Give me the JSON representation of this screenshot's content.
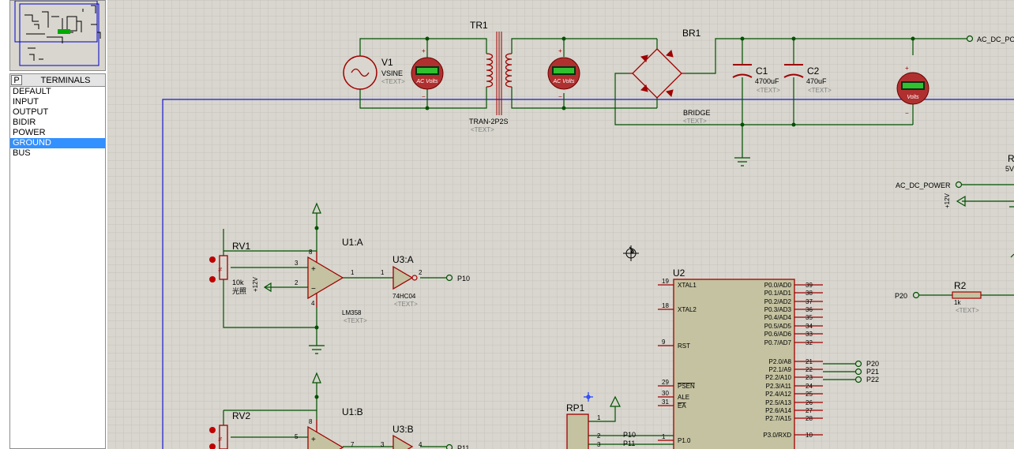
{
  "panel": {
    "p_button": "P",
    "title": "TERMINALS",
    "items": [
      "DEFAULT",
      "INPUT",
      "OUTPUT",
      "BIDIR",
      "POWER",
      "GROUND",
      "BUS"
    ],
    "selected_index": 5
  },
  "schematic": {
    "tr1": {
      "ref": "TR1",
      "part": "TRAN-2P2S",
      "text": "<TEXT>"
    },
    "v1": {
      "ref": "V1",
      "part": "VSINE",
      "text": "<TEXT>"
    },
    "meter_ac_label": "AC Volts",
    "meter_dc_label": "Volts",
    "br1": {
      "ref": "BR1",
      "part": "BRIDGE",
      "text": "<TEXT>"
    },
    "c1": {
      "ref": "C1",
      "value": "4700uF",
      "text": "<TEXT>"
    },
    "c2": {
      "ref": "C2",
      "value": "470uF",
      "text": "<TEXT>"
    },
    "ac_dc_top": "AC_DC_PO",
    "ac_dc_right": "AC_DC_POWER",
    "plus12v": "+12V",
    "r_cut": "R",
    "fivev_cut": "5V",
    "rv1": {
      "ref": "RV1",
      "value": "10k",
      "text": "光照",
      "pct": "%"
    },
    "rv2": {
      "ref": "RV2",
      "pct": "%"
    },
    "u1a": {
      "ref": "U1:A",
      "part": "LM358",
      "text": "<TEXT>"
    },
    "u1b": {
      "ref": "U1:B"
    },
    "u3a": {
      "ref": "U3:A",
      "part": "74HC04",
      "text": "<TEXT>"
    },
    "u3b": {
      "ref": "U3:B"
    },
    "u2": {
      "ref": "U2"
    },
    "u2_left_pins": [
      {
        "num": "19",
        "name": "XTAL1"
      },
      {
        "num": "18",
        "name": "XTAL2"
      },
      {
        "num": "9",
        "name": "RST"
      },
      {
        "num": "29",
        "name": "PSEN"
      },
      {
        "num": "30",
        "name": "ALE"
      },
      {
        "num": "31",
        "name": "EA"
      },
      {
        "num": "1",
        "name": "P1.0"
      }
    ],
    "u2_right_pins": [
      {
        "num": "39",
        "name": "P0.0/AD0"
      },
      {
        "num": "38",
        "name": "P0.1/AD1"
      },
      {
        "num": "37",
        "name": "P0.2/AD2"
      },
      {
        "num": "36",
        "name": "P0.3/AD3"
      },
      {
        "num": "35",
        "name": "P0.4/AD4"
      },
      {
        "num": "34",
        "name": "P0.5/AD5"
      },
      {
        "num": "33",
        "name": "P0.6/AD6"
      },
      {
        "num": "32",
        "name": "P0.7/AD7"
      },
      {
        "num": "21",
        "name": "P2.0/A8"
      },
      {
        "num": "22",
        "name": "P2.1/A9"
      },
      {
        "num": "23",
        "name": "P2.2/A10"
      },
      {
        "num": "24",
        "name": "P2.3/A11"
      },
      {
        "num": "25",
        "name": "P2.4/A12"
      },
      {
        "num": "26",
        "name": "P2.5/A13"
      },
      {
        "num": "27",
        "name": "P2.6/A14"
      },
      {
        "num": "28",
        "name": "P2.7/A15"
      },
      {
        "num": "10",
        "name": "P3.0/RXD"
      }
    ],
    "p20": "P20",
    "p21": "P21",
    "p22": "P22",
    "p10": "P10",
    "p11": "P11",
    "r2": {
      "ref": "R2",
      "value": "1k",
      "text": "<TEXT>"
    },
    "rp1": {
      "ref": "RP1"
    },
    "pin_nums": {
      "n1": "1",
      "n2": "2",
      "n3": "3",
      "n4": "4",
      "n5": "5",
      "n7": "7",
      "n8": "8"
    }
  }
}
